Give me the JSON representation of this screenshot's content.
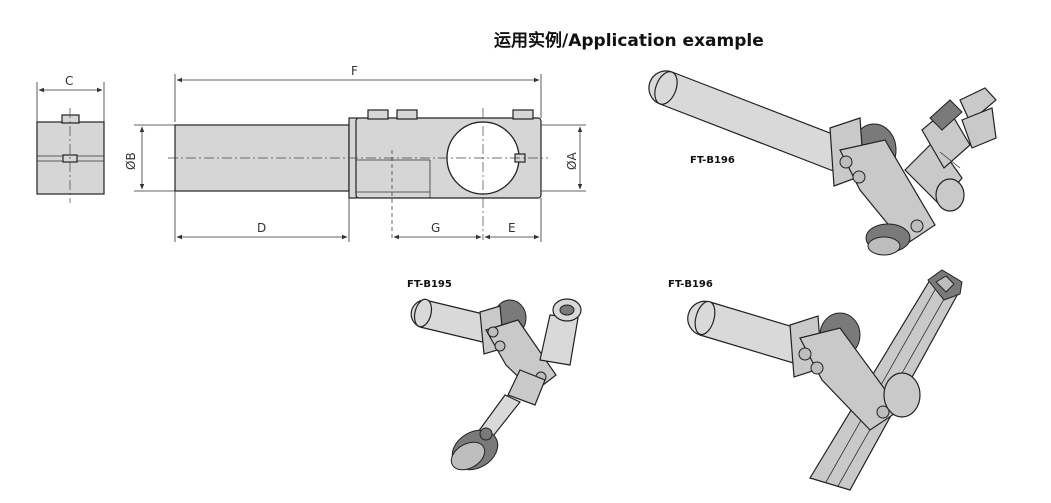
{
  "header": {
    "title": "运用实例/Application example"
  },
  "dimensions": {
    "c": "C",
    "f": "F",
    "b": "ØB",
    "a": "ØA",
    "d": "D",
    "g": "G",
    "e": "E"
  },
  "examples": [
    {
      "model": "FT-B196"
    },
    {
      "model": "FT-B195"
    },
    {
      "model": "FT-B196"
    }
  ]
}
